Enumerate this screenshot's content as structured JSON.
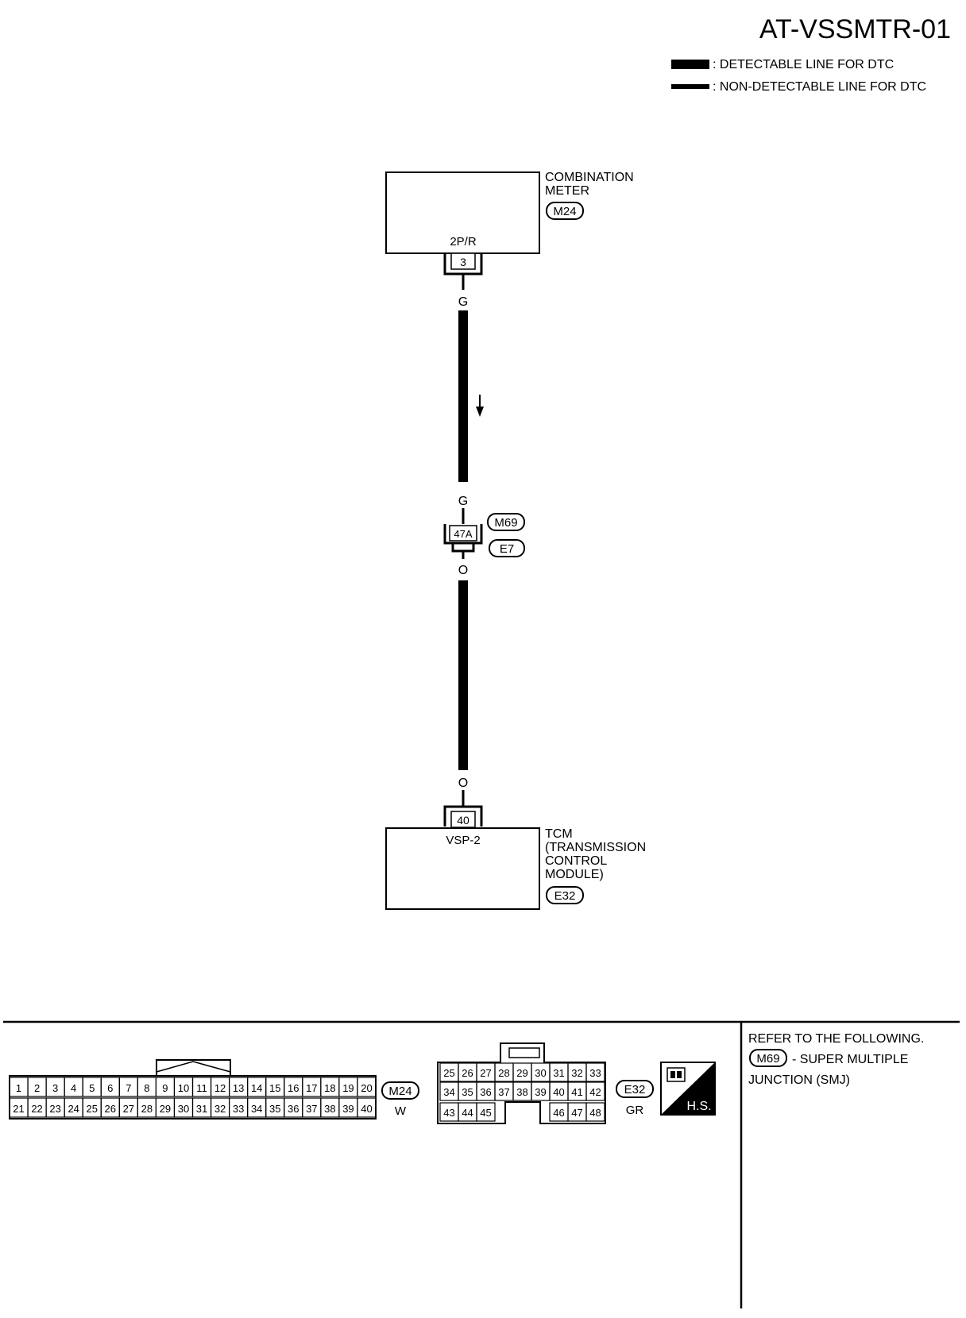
{
  "title": "AT-VSSMTR-01",
  "legend": {
    "detectable": ": DETECTABLE LINE FOR DTC",
    "non_detectable": ": NON-DETECTABLE LINE FOR DTC"
  },
  "combination_meter": {
    "name_line1": "COMBINATION",
    "name_line2": "METER",
    "connector_id": "M24",
    "terminal_label": "2P/R",
    "pin": "3"
  },
  "wire_top_color_1": "G",
  "wire_top_color_2": "G",
  "joint": {
    "pin": "47A",
    "connector_1": "M69",
    "connector_2": "E7"
  },
  "wire_bottom_color_1": "O",
  "wire_bottom_color_2": "O",
  "tcm": {
    "name_line1": "TCM",
    "name_line2": "(TRANSMISSION",
    "name_line3": "CONTROL",
    "name_line4": "MODULE)",
    "connector_id": "E32",
    "terminal_label": "VSP-2",
    "pin": "40"
  },
  "connector_views": {
    "m24": {
      "id": "M24",
      "color": "W",
      "row1": [
        "1",
        "2",
        "3",
        "4",
        "5",
        "6",
        "7",
        "8",
        "9",
        "10",
        "11",
        "12",
        "13",
        "14",
        "15",
        "16",
        "17",
        "18",
        "19",
        "20"
      ],
      "row2": [
        "21",
        "22",
        "23",
        "24",
        "25",
        "26",
        "27",
        "28",
        "29",
        "30",
        "31",
        "32",
        "33",
        "34",
        "35",
        "36",
        "37",
        "38",
        "39",
        "40"
      ]
    },
    "e32": {
      "id": "E32",
      "color": "GR",
      "row1": [
        "25",
        "26",
        "27",
        "28",
        "29",
        "30",
        "31",
        "32",
        "33"
      ],
      "row2": [
        "34",
        "35",
        "36",
        "37",
        "38",
        "39",
        "40",
        "41",
        "42"
      ],
      "row3_left": [
        "43",
        "44",
        "45"
      ],
      "row3_right": [
        "46",
        "47",
        "48"
      ]
    },
    "hs_label": "H.S."
  },
  "notes": {
    "line1": "REFER TO THE FOLLOWING.",
    "connector": "M69",
    "line2": "- SUPER MULTIPLE",
    "line3": "JUNCTION (SMJ)"
  }
}
